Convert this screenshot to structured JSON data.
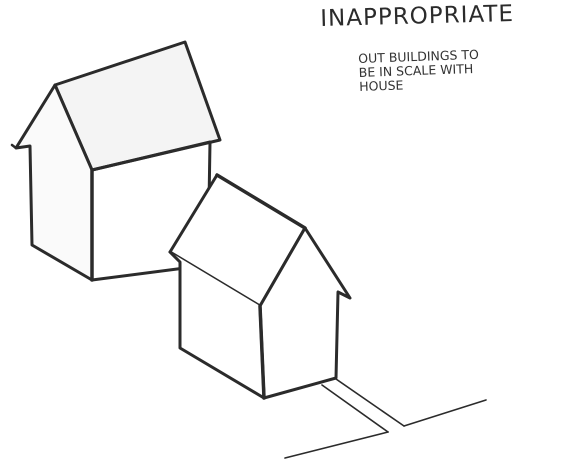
{
  "heading": "INAPPROPRIATE",
  "note_lines": [
    "OUT BUILDINGS TO",
    "BE IN SCALE WITH",
    "HOUSE"
  ],
  "colors": {
    "ink": "#2b2b2b",
    "background": "#ffffff"
  }
}
